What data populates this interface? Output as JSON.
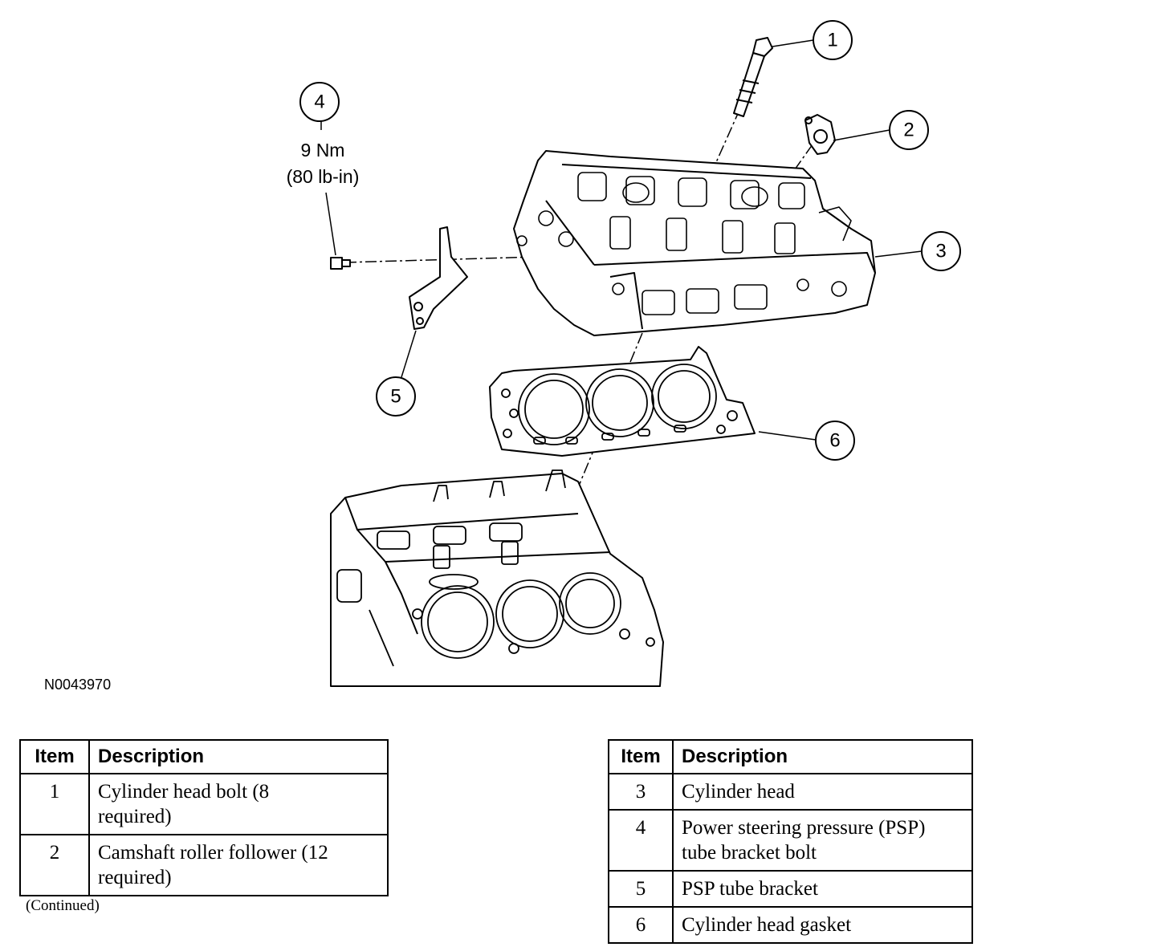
{
  "figure": {
    "id": "N0043970",
    "callouts": [
      "1",
      "2",
      "3",
      "4",
      "5",
      "6"
    ],
    "torque": {
      "metric": "9 Nm",
      "imperial": "(80 lb-in)"
    }
  },
  "table_left": {
    "headers": {
      "item": "Item",
      "description": "Description"
    },
    "rows": [
      {
        "item": "1",
        "description_lines": [
          "Cylinder head bolt (8",
          "required)"
        ]
      },
      {
        "item": "2",
        "description_lines": [
          "Camshaft roller follower (12",
          "required)"
        ]
      }
    ],
    "note": "(Continued)"
  },
  "table_right": {
    "headers": {
      "item": "Item",
      "description": "Description"
    },
    "rows": [
      {
        "item": "3",
        "description_lines": [
          "Cylinder head"
        ]
      },
      {
        "item": "4",
        "description_lines": [
          "Power steering pressure (PSP)",
          "tube bracket bolt"
        ]
      },
      {
        "item": "5",
        "description_lines": [
          "PSP tube bracket"
        ]
      },
      {
        "item": "6",
        "description_lines": [
          "Cylinder head gasket"
        ]
      }
    ]
  }
}
